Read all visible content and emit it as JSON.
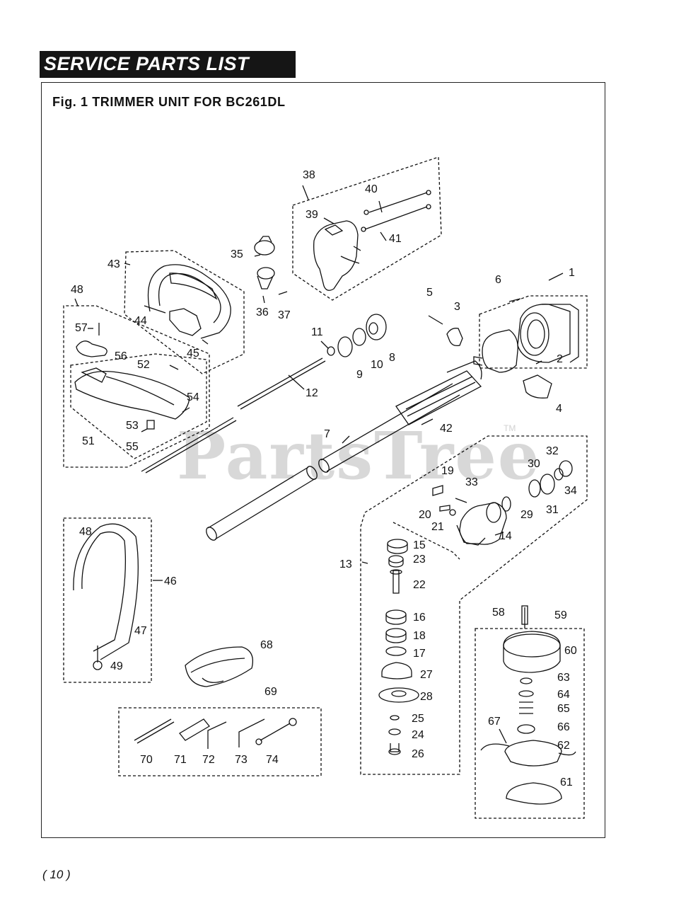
{
  "header": {
    "banner": "SERVICE PARTS LIST"
  },
  "figure": {
    "title": "Fig. 1  TRIMMER UNIT FOR BC261DL"
  },
  "watermark": {
    "brand": "PartsTree",
    "trademark": "TM"
  },
  "footer": {
    "page_number": "( 10 )"
  },
  "callouts": [
    "1",
    "2",
    "3",
    "4",
    "5",
    "6",
    "7",
    "8",
    "9",
    "10",
    "11",
    "12",
    "13",
    "14",
    "15",
    "16",
    "17",
    "18",
    "19",
    "20",
    "21",
    "22",
    "23",
    "24",
    "25",
    "26",
    "27",
    "28",
    "29",
    "30",
    "31",
    "32",
    "33",
    "34",
    "35",
    "36",
    "37",
    "38",
    "39",
    "40",
    "41",
    "42",
    "43",
    "44",
    "45",
    "46",
    "47",
    "48",
    "49",
    "51",
    "52",
    "53",
    "54",
    "55",
    "56",
    "57",
    "58",
    "59",
    "60",
    "61",
    "62",
    "63",
    "64",
    "65",
    "66",
    "67",
    "68",
    "69",
    "70",
    "71",
    "72",
    "73",
    "74"
  ],
  "colors": {
    "ink": "#111111",
    "banner_bg": "#151515",
    "watermark": "#d8d8d8"
  }
}
